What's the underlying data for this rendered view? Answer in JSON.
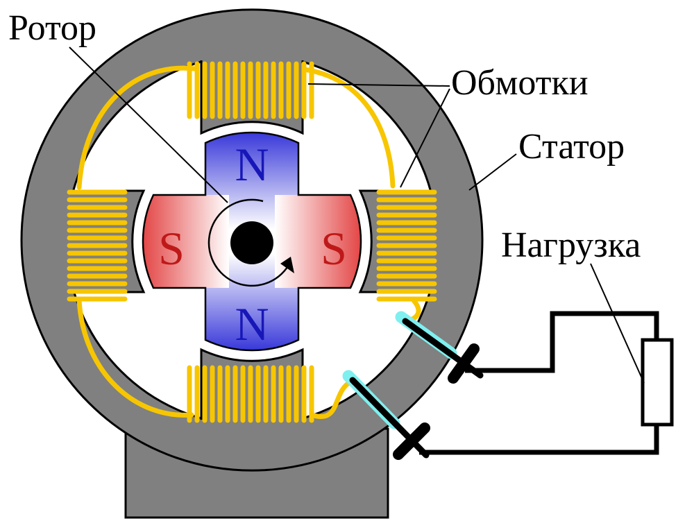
{
  "diagram": {
    "labels": {
      "rotor": "Ротор",
      "windings": "Обмотки",
      "stator": "Статор",
      "load": "Нагрузка"
    },
    "pole_marks": {
      "top": "N",
      "bottom": "N",
      "left": "S",
      "right": "S"
    },
    "colors": {
      "stator_gray": "#808080",
      "outline_black": "#000000",
      "coil_yellow": "#F7C600",
      "north_blue": "#3030D8",
      "north_letter": "#1717B8",
      "south_red": "#E03030",
      "south_letter": "#BE1919",
      "slip_ring_cyan": "#7FEFEF",
      "background": "#FFFFFF"
    }
  }
}
